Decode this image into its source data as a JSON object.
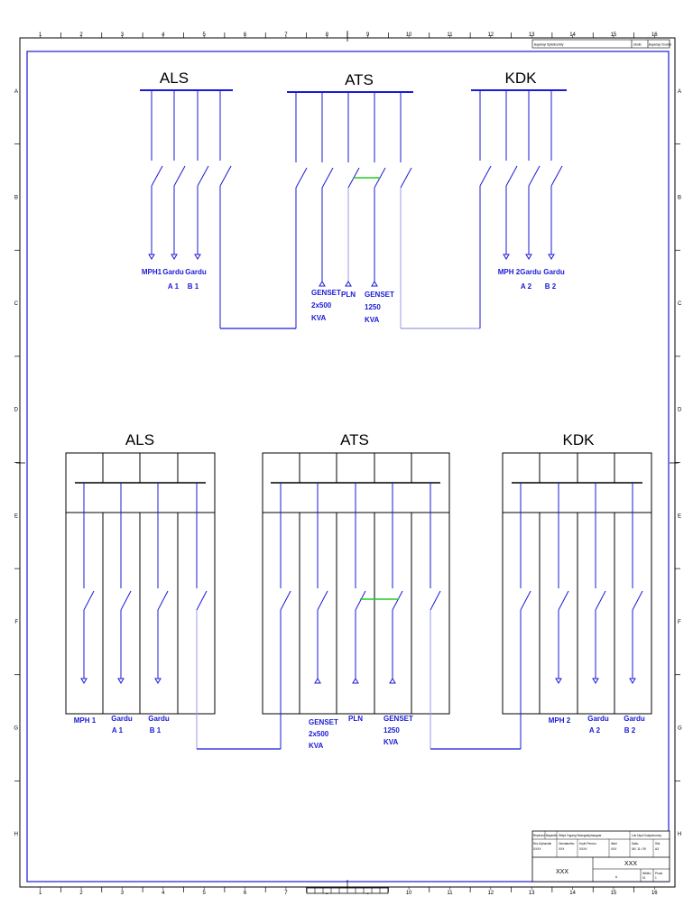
{
  "ruler": {
    "columns": [
      "1",
      "2",
      "3",
      "4",
      "5",
      "6",
      "7",
      "8",
      "9",
      "10",
      "11",
      "12",
      "13",
      "14",
      "15",
      "16"
    ],
    "rows": [
      "A",
      "B",
      "C",
      "D",
      "E",
      "F",
      "G",
      "H"
    ]
  },
  "top_title_block": {
    "left_text": "Bayarlayi Stylisticentity",
    "mid_text": "Ubelin",
    "right_text": "Bayarlayi Chartan"
  },
  "top_diagram": {
    "panels": [
      {
        "title": "ALS",
        "feeders": [
          {
            "label": [
              "MPH1"
            ]
          },
          {
            "label": [
              "Gardu",
              "A 1"
            ]
          },
          {
            "label": [
              "Gardu",
              "B 1"
            ]
          },
          {
            "label": []
          }
        ]
      },
      {
        "title": "ATS",
        "feeders": [
          {
            "label": []
          },
          {
            "label": [
              "GENSET",
              "2x500",
              "KVA"
            ]
          },
          {
            "label": [
              "PLN"
            ]
          },
          {
            "label": [
              "GENSET",
              "1250",
              "KVA"
            ]
          },
          {
            "label": []
          }
        ]
      },
      {
        "title": "KDK",
        "feeders": [
          {
            "label": []
          },
          {
            "label": [
              "MPH 2"
            ]
          },
          {
            "label": [
              "Gardu",
              "A 2"
            ]
          },
          {
            "label": [
              "Gardu",
              "B 2"
            ]
          }
        ]
      }
    ]
  },
  "bottom_diagram": {
    "panels": [
      {
        "title": "ALS",
        "feeders": [
          {
            "label": [
              "MPH 1"
            ]
          },
          {
            "label": [
              "Gardu",
              "A 1"
            ]
          },
          {
            "label": [
              "Gardu",
              "B 1"
            ]
          },
          {
            "label": []
          }
        ]
      },
      {
        "title": "ATS",
        "feeders": [
          {
            "label": []
          },
          {
            "label": [
              "GENSET",
              "2x500",
              "KVA"
            ]
          },
          {
            "label": [
              "PLN"
            ]
          },
          {
            "label": [
              "GENSET",
              "1250",
              "KVA"
            ]
          },
          {
            "label": []
          }
        ]
      },
      {
        "title": "KDK",
        "feeders": [
          {
            "label": []
          },
          {
            "label": [
              "MPH 2"
            ]
          },
          {
            "label": [
              "Gardu",
              "A 2"
            ]
          },
          {
            "label": [
              "Gardu",
              "B 2"
            ]
          }
        ]
      }
    ]
  },
  "bottom_title_block": {
    "header_row": [
      "Repindul",
      "Bayantlu",
      "Sttlyd Yogang Sdangradyhangnar",
      "Lob Nyst Guslyohonory"
    ],
    "sub_row": [
      "Dra Ulyhandlu",
      "Omutlandhu",
      "Kryth Peruhu",
      "Ibtuli",
      "Datlu",
      "Sitz"
    ],
    "sub_values": [
      "XXXX",
      "XXX",
      "XXXX",
      "XXX",
      "08 / 11 / 09",
      "A3"
    ],
    "center_left": "XXX",
    "center_right_top": "XXX",
    "center_right_bottom": "A",
    "corner_a": "Wtrlfro",
    "corner_b": "Prvsd",
    "corner_a_value": "01",
    "corner_b_value": "1"
  },
  "colors": {
    "wire": "#1a1ad6",
    "frame": "#000000",
    "interlock": "#22cc22"
  }
}
